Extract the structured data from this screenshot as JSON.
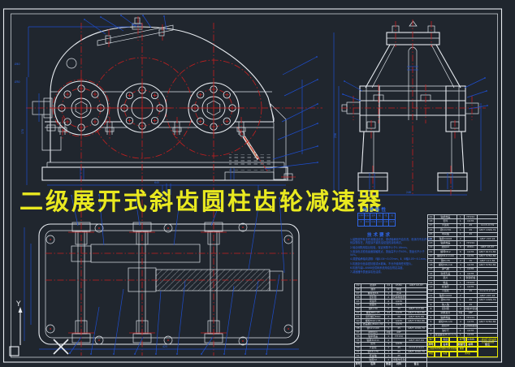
{
  "drawing_title": "二级展开式斜齿圆柱齿轮减速器",
  "colors": {
    "background": "#20262e",
    "line_white": "#e8ecf1",
    "centerline_red": "#c61f1f",
    "dimension_blue": "#1e4ecf",
    "hatch_tan": "#c18a6d",
    "annotation_yellow": "#e9e920"
  },
  "tech_table": {
    "title": "技术特性",
    "headers": [
      "功率kW",
      "转速r/min",
      "效率",
      "i高",
      "i低",
      "i总"
    ],
    "values": [
      "4",
      "960",
      "0.94",
      "4.23",
      "2.95",
      "12.5"
    ]
  },
  "tech_notes": {
    "title": "技术要求",
    "lines": [
      "1.装配前所有零件用煤油清洗，滚动轴承用汽油清洗，机体内不允许有任何杂物存在，内壁涂不被机油侵蚀的涂料两次。",
      "2.啮合侧隙用铅丝检验，保证侧隙不小于0.16mm。",
      "3.用涂色法检验齿面接触斑点，按齿高不小于40%，按齿长不小于50%。",
      "4.调整轴承轴向游隙：Ⅰ轴0.04～0.07mm，Ⅱ、Ⅲ轴0.05～0.1mm。",
      "5.机座剖分面涂密封胶或水玻璃，不允许使用任何垫片。",
      "6.机座内装L-AN68全损耗系统用油至规定高度。",
      "7.减速器外表面涂灰色油漆。"
    ]
  },
  "bom_headers": [
    "序号",
    "名称",
    "数量",
    "材料",
    "备注"
  ],
  "bom_left_rows": [
    [
      "49",
      "垫圈8",
      "24",
      "65Mn",
      "GB/T 93-87"
    ],
    [
      "48",
      "油封",
      "2",
      "橡胶",
      ""
    ],
    [
      "47",
      "螺塞垫16",
      "1",
      "皮革",
      ""
    ],
    [
      "46",
      "密封垫",
      "2",
      "石棉橡胶纸",
      ""
    ],
    [
      "45",
      "甩油环",
      "2",
      "Q235",
      ""
    ],
    [
      "44",
      "挡油环",
      "2",
      "Q235",
      ""
    ],
    [
      "43",
      "销6×30",
      "2",
      "35",
      "GB/T 117-86"
    ],
    [
      "42",
      "螺栓M8×25",
      "24",
      "Q235",
      "GB/T 5782-86"
    ],
    [
      "41",
      "吊环螺钉M10",
      "2",
      "20",
      "GB/T 825-88"
    ],
    [
      "40",
      "螺栓M10×35",
      "2",
      "Q235",
      "GB/T 5782-86"
    ],
    [
      "39",
      "启盖螺钉M10×30",
      "1",
      "Q235",
      ""
    ],
    [
      "38",
      "键12×100",
      "1",
      "45",
      "GB/T 1096-79"
    ],
    [
      "37",
      "调整垫片",
      "2组",
      "08F",
      ""
    ],
    [
      "36",
      "轴承端盖",
      "1",
      "HT150",
      ""
    ],
    [
      "35",
      "轴承30211",
      "2",
      "",
      "GB/T 297-94"
    ],
    [
      "34",
      "套筒",
      "1",
      "Q235",
      ""
    ],
    [
      "33",
      "大齿轮",
      "1",
      "45",
      "m=3 z=113"
    ],
    [
      "32",
      "键14×70",
      "1",
      "45",
      "GB/T 1096-79"
    ],
    [
      "31",
      "低速轴",
      "1",
      "45",
      ""
    ],
    [
      "30",
      "毡圈32",
      "2",
      "半粗羊毛毡",
      ""
    ]
  ],
  "bom_right_rows": [
    [
      "29",
      "轴承端盖",
      "1",
      "HT150",
      ""
    ],
    [
      "28",
      "套筒",
      "1",
      "Q235",
      ""
    ],
    [
      "27",
      "大齿轮",
      "1",
      "45",
      "m=3 z=79"
    ],
    [
      "26",
      "键10×56",
      "1",
      "45",
      "GB/T 1096-79"
    ],
    [
      "25",
      "中间轴",
      "1",
      "45",
      ""
    ],
    [
      "24",
      "轴承30208",
      "2",
      "",
      "GB/T 297-94"
    ],
    [
      "23",
      "轴承端盖",
      "1",
      "HT150",
      ""
    ],
    [
      "22",
      "垫圈12",
      "6",
      "65Mn",
      "GB/T 93-87"
    ],
    [
      "21",
      "螺母M12",
      "6",
      "Q235",
      "GB/T 6170-86"
    ],
    [
      "20",
      "螺栓M12×100",
      "6",
      "Q235",
      "GB/T 5782-86"
    ],
    [
      "19",
      "销8×35",
      "2",
      "35",
      "GB/T 117-86"
    ],
    [
      "18",
      "螺栓M6×16",
      "4",
      "Q235",
      "GB/T 5782-86"
    ],
    [
      "17",
      "通气器",
      "1",
      "Q235",
      ""
    ],
    [
      "16",
      "窥视孔盖",
      "1",
      "Q235",
      ""
    ],
    [
      "15",
      "垫片",
      "1",
      "软钢纸板",
      ""
    ],
    [
      "14",
      "箱盖",
      "1",
      "HT200",
      ""
    ],
    [
      "13",
      "挡油环",
      "2",
      "Q235",
      ""
    ],
    [
      "12",
      "小齿轮",
      "1",
      "45",
      "m=2.5 z=23"
    ],
    [
      "11",
      "轴承30206",
      "2",
      "",
      "GB/T 297-94"
    ],
    [
      "10",
      "键8×50",
      "1",
      "45",
      "GB/T 1096-79"
    ],
    [
      "9",
      "输入轴",
      "1",
      "45",
      ""
    ],
    [
      "8",
      "密封圈",
      "2",
      "半粗羊毛毡",
      ""
    ],
    [
      "7",
      "调整垫片",
      "2组",
      "08F",
      ""
    ],
    [
      "6",
      "轴承端盖",
      "1",
      "HT150",
      ""
    ],
    [
      "5",
      "螺栓M6×20",
      "4",
      "Q235",
      "GB/T 5782-86"
    ],
    [
      "4",
      "垫圈16",
      "1",
      "石棉橡胶纸",
      ""
    ],
    [
      "3",
      "油标尺",
      "1",
      "Q235",
      ""
    ],
    [
      "2",
      "放油螺塞M16×1.5",
      "1",
      "Q235",
      ""
    ],
    [
      "1",
      "箱座",
      "1",
      "HT200",
      ""
    ]
  ],
  "title_block": {
    "design_label": "设计",
    "draft_label": "制图",
    "check_label": "审核",
    "std_label": "标准",
    "strip_text": "二级展开式斜齿圆柱齿轮减速器",
    "scale_label": "比例",
    "scale_value": "1:2",
    "qty_label": "数量",
    "qty_value": "1",
    "weight_label": "重量",
    "sheet_label": "共1张",
    "title": "二级展开式斜齿圆柱齿轮减速器"
  },
  "dims": {
    "front_width": "645",
    "front_height": "170",
    "side_width": "246",
    "side_height": "236",
    "view_width": "425",
    "bore_a": "Ø40",
    "bore_b": "Ø30"
  },
  "ucs": {
    "y_label": "Y"
  }
}
